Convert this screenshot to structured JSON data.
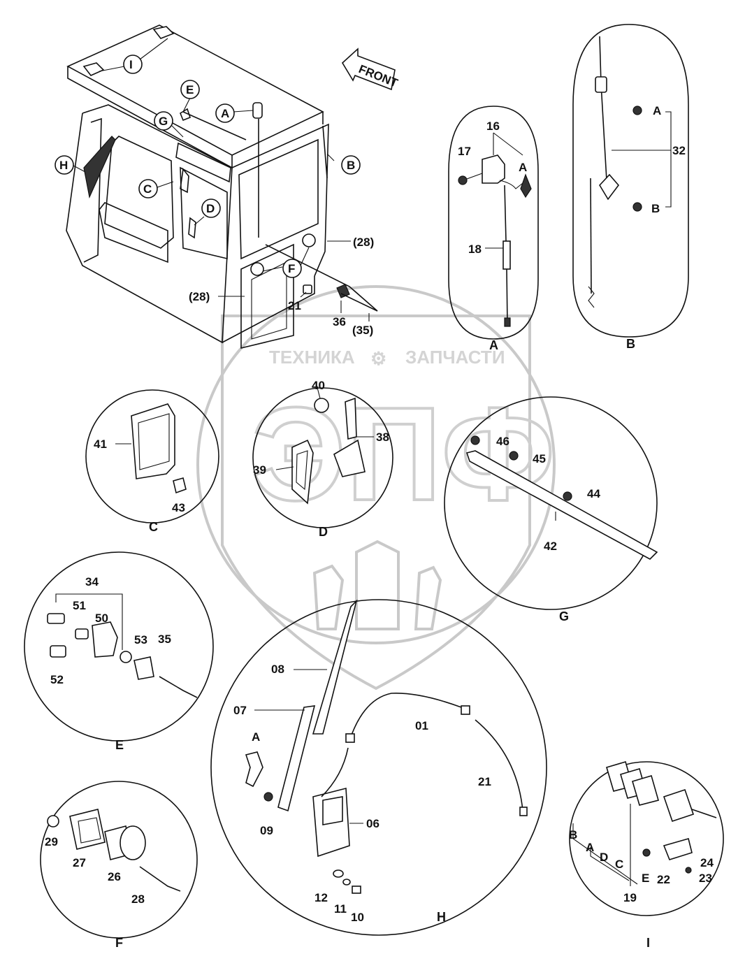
{
  "watermark": {
    "text_left": "ТЕХНИКА",
    "text_right": "ЗАПЧАСТИ",
    "logo": "ЭПФ"
  },
  "front_label": "FRONT",
  "details": {
    "A": "A",
    "B": "B",
    "C": "C",
    "D": "D",
    "E": "E",
    "F": "F",
    "G": "G",
    "H": "H",
    "I": "I"
  },
  "cab_labels": {
    "p28a": "(28)",
    "p28b": "(28)",
    "p21": "21",
    "p36": "36",
    "p35": "(35)"
  },
  "detail_A": {
    "p16": "16",
    "p17": "17",
    "p18": "18",
    "refA": "A"
  },
  "detail_B": {
    "p32": "32",
    "refA": "A",
    "refB": "B"
  },
  "detail_C": {
    "p41": "41",
    "p43": "43"
  },
  "detail_D": {
    "p40": "40",
    "p38": "38",
    "p39": "39"
  },
  "detail_G": {
    "p46": "46",
    "p45": "45",
    "p44": "44",
    "p42": "42"
  },
  "detail_E": {
    "p34": "34",
    "p51": "51",
    "p50": "50",
    "p53": "53",
    "p35": "35",
    "p52": "52"
  },
  "detail_H": {
    "p08": "08",
    "p07": "07",
    "refA": "A",
    "p09": "09",
    "p01": "01",
    "p21": "21",
    "p06": "06",
    "p12": "12",
    "p11": "11",
    "p10": "10"
  },
  "detail_F": {
    "p29": "29",
    "p27": "27",
    "p26": "26",
    "p28": "28"
  },
  "detail_I": {
    "refB": "B",
    "refA": "A",
    "refD": "D",
    "refC": "C",
    "refE": "E",
    "p22": "22",
    "p24": "24",
    "p23": "23",
    "p19": "19"
  }
}
